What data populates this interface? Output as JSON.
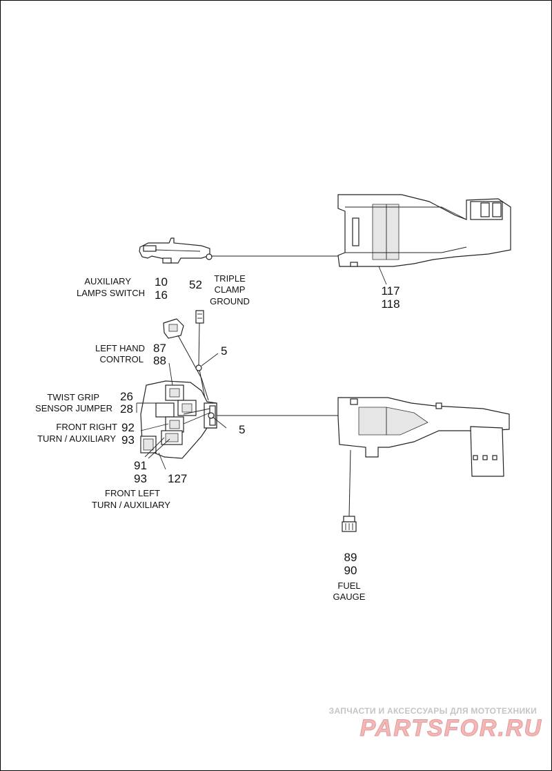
{
  "callouts": {
    "aux_switch_label": [
      "AUXILIARY",
      "LAMPS SWITCH"
    ],
    "aux_switch_nums": [
      "10",
      "16"
    ],
    "ground_num": "52",
    "ground_label": [
      "TRIPLE",
      "CLAMP",
      "GROUND"
    ],
    "right_upper_nums": [
      "117",
      "118"
    ],
    "left_hand_label": [
      "LEFT HAND",
      "CONTROL"
    ],
    "left_hand_nums": [
      "87",
      "88"
    ],
    "ground_ring_num_upper": "5",
    "twist_grip_label": [
      "TWIST GRIP",
      "SENSOR JUMPER"
    ],
    "twist_grip_nums": [
      "26",
      "28"
    ],
    "front_right_label": [
      "FRONT RIGHT",
      "TURN / AUXILIARY"
    ],
    "front_right_nums": [
      "92",
      "93"
    ],
    "ground_ring_num_lower": "5",
    "front_left_nums": [
      "91",
      "93"
    ],
    "bracket_num": "127",
    "front_left_label": [
      "FRONT LEFT",
      "TURN / AUXILIARY"
    ],
    "fuel_gauge_nums": [
      "89",
      "90"
    ],
    "fuel_gauge_label": [
      "FUEL",
      "GAUGE"
    ]
  },
  "watermark": {
    "tagline": "ЗАПЧАСТИ И АКСЕССУАРЫ ДЛЯ МОТОТЕХНИКИ",
    "logo": "PARTSFOR.RU"
  }
}
